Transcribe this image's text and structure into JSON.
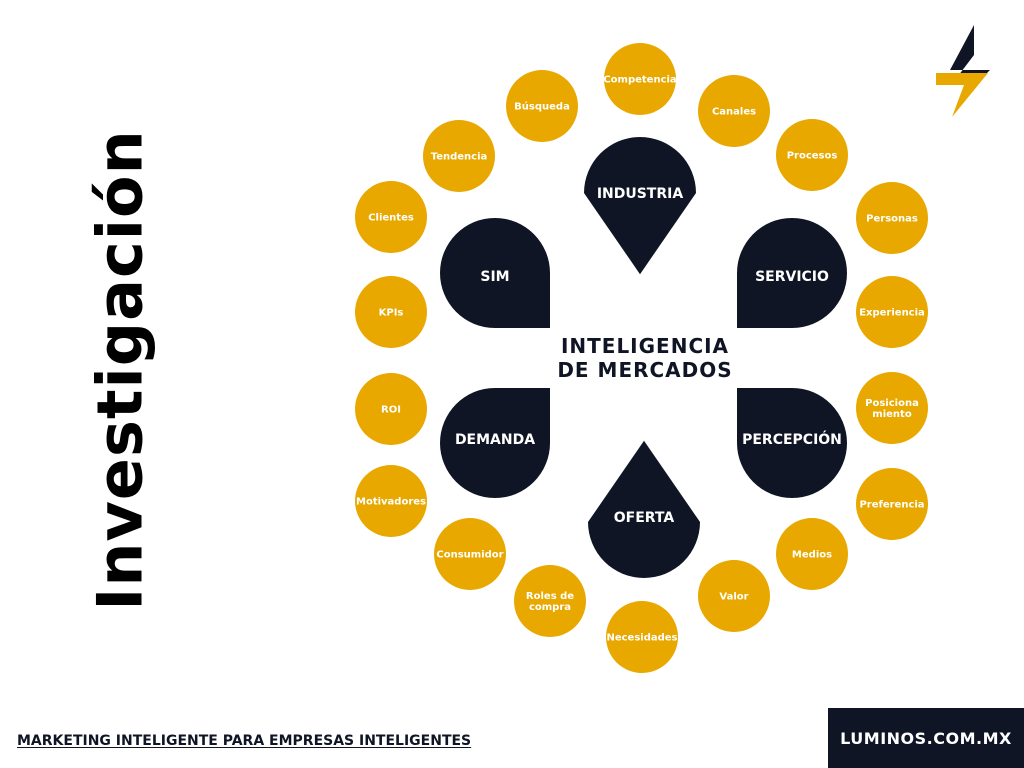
{
  "side_title": "Investigación",
  "center": {
    "line1": "INTELIGENCIA",
    "line2": "DE MERCADOS"
  },
  "petals": [
    {
      "label": "INDUSTRIA"
    },
    {
      "label": "SERVICIO"
    },
    {
      "label": "PERCEPCIÓN"
    },
    {
      "label": "OFERTA"
    },
    {
      "label": "DEMANDA"
    },
    {
      "label": "SIM"
    }
  ],
  "satellites": [
    {
      "lines": [
        "Competencia"
      ]
    },
    {
      "lines": [
        "Canales"
      ]
    },
    {
      "lines": [
        "Procesos"
      ]
    },
    {
      "lines": [
        "Personas"
      ]
    },
    {
      "lines": [
        "Experiencia"
      ]
    },
    {
      "lines": [
        "Posiciona",
        "miento"
      ]
    },
    {
      "lines": [
        "Preferencia"
      ]
    },
    {
      "lines": [
        "Medios"
      ]
    },
    {
      "lines": [
        "Valor"
      ]
    },
    {
      "lines": [
        "Necesidades"
      ]
    },
    {
      "lines": [
        "Roles de",
        "compra"
      ]
    },
    {
      "lines": [
        "Consumidor"
      ]
    },
    {
      "lines": [
        "Motivadores"
      ]
    },
    {
      "lines": [
        "ROI"
      ]
    },
    {
      "lines": [
        "KPIs"
      ]
    },
    {
      "lines": [
        "Clientes"
      ]
    },
    {
      "lines": [
        "Tendencia"
      ]
    },
    {
      "lines": [
        "Búsqueda"
      ]
    }
  ],
  "footer": {
    "tagline": "MARKETING INTELIGENTE PARA EMPRESAS INTELIGENTES",
    "domain": "LUMINOS.COM.MX"
  },
  "colors": {
    "gold": "#E8A800",
    "navy": "#0F1524",
    "white": "#FFFFFF"
  },
  "icons": {
    "logo": "lightning-bolt-icon"
  }
}
